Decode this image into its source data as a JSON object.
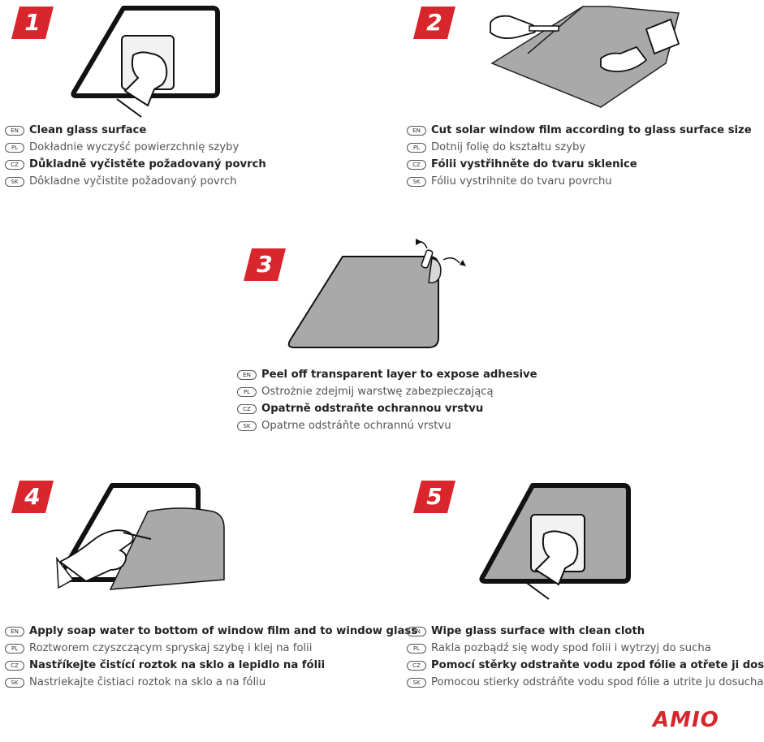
{
  "brand": {
    "logo_text": "AMIO",
    "accent": "#d9262d"
  },
  "steps": [
    {
      "number": "1",
      "illustration": "clean-glass-illustration",
      "lines": [
        {
          "tag": "EN",
          "text": "Clean glass surface"
        },
        {
          "tag": "PL",
          "text": "Dokładnie wyczyść powierzchnię szyby"
        },
        {
          "tag": "CZ",
          "text": "Důkladně vyčistěte požadovaný povrch"
        },
        {
          "tag": "SK",
          "text": "Dôkladne vyčistite požadovaný povrch"
        }
      ]
    },
    {
      "number": "2",
      "illustration": "cut-film-illustration",
      "lines": [
        {
          "tag": "EN",
          "text": "Cut solar window film according to glass surface size"
        },
        {
          "tag": "PL",
          "text": "Dotnij folię do kształtu szyby"
        },
        {
          "tag": "CZ",
          "text": "Fólii vystřihněte do tvaru sklenice"
        },
        {
          "tag": "SK",
          "text": "Fóliu vystrihnite do tvaru povrchu"
        }
      ]
    },
    {
      "number": "3",
      "illustration": "peel-layer-illustration",
      "lines": [
        {
          "tag": "EN",
          "text": "Peel off transparent layer to expose adhesive"
        },
        {
          "tag": "PL",
          "text": "Ostrożnie zdejmij warstwę zabezpieczającą"
        },
        {
          "tag": "CZ",
          "text": "Opatrně odstraňte ochrannou vrstvu"
        },
        {
          "tag": "SK",
          "text": "Opatrne odstráňte ochrannú vrstvu"
        }
      ]
    },
    {
      "number": "4",
      "illustration": "spray-soap-illustration",
      "lines": [
        {
          "tag": "EN",
          "text": "Apply soap water to bottom of window film and to window glass"
        },
        {
          "tag": "PL",
          "text": "Roztworem czyszczącym spryskaj szybę i klej na folii"
        },
        {
          "tag": "CZ",
          "text": "Nastříkejte čistící roztok na sklo a lepidlo na fólii"
        },
        {
          "tag": "SK",
          "text": "Nastriekajte čistiaci roztok na sklo a na fóliu"
        }
      ]
    },
    {
      "number": "5",
      "illustration": "wipe-glass-illustration",
      "lines": [
        {
          "tag": "EN",
          "text": "Wipe glass surface with clean cloth"
        },
        {
          "tag": "PL",
          "text": "Rakla pozbądź się wody spod folii i wytrzyj do sucha"
        },
        {
          "tag": "CZ",
          "text": "Pomocí stěrky odstraňte vodu zpod fólie a otřete ji dosucha"
        },
        {
          "tag": "SK",
          "text": "Pomocou stierky odstráňte vodu spod fólie a utrite ju dosucha"
        }
      ]
    }
  ]
}
